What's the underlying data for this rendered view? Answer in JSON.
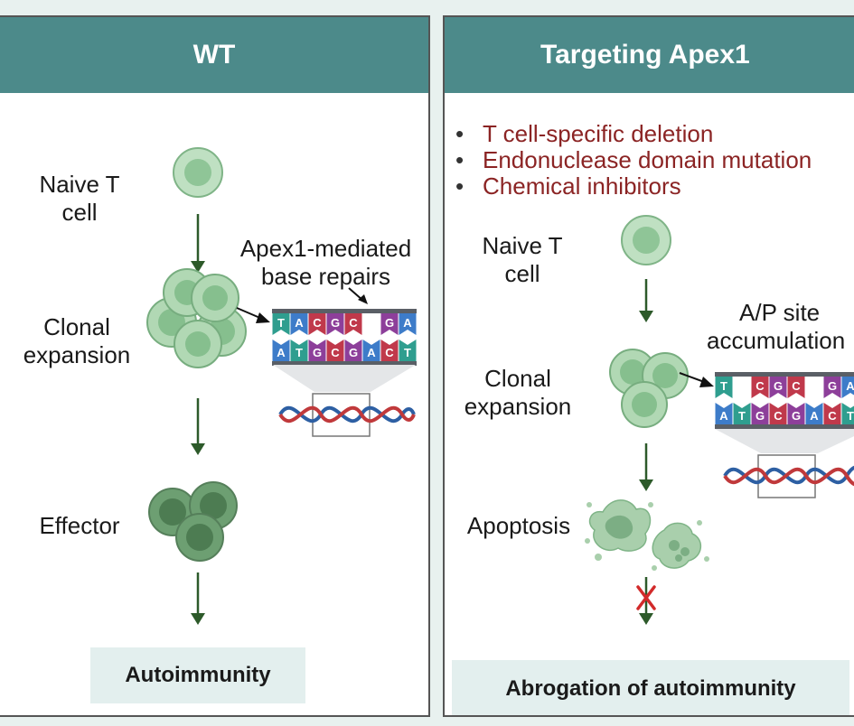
{
  "wt": {
    "title": "WT",
    "naive_label_1": "Naive T",
    "naive_label_2": "cell",
    "clonal_label_1": "Clonal",
    "clonal_label_2": "expansion",
    "effector_label": "Effector",
    "repair_label_1": "Apex1-mediated",
    "repair_label_2": "base repairs",
    "dna_top": [
      "T",
      "A",
      "C",
      "G",
      "C",
      "",
      "G",
      "A"
    ],
    "dna_bottom": [
      "A",
      "T",
      "G",
      "C",
      "G",
      "A",
      "C",
      "T"
    ],
    "outcome": "Autoimmunity"
  },
  "apex": {
    "title": "Targeting Apex1",
    "bullets": [
      "T cell-specific deletion",
      "Endonuclease domain mutation",
      "Chemical inhibitors"
    ],
    "naive_label_1": "Naive T",
    "naive_label_2": "cell",
    "clonal_label_1": "Clonal",
    "clonal_label_2": "expansion",
    "apoptosis_label": "Apoptosis",
    "ap_label_1": "A/P site",
    "ap_label_2": "accumulation",
    "dna_top": [
      "T",
      "",
      "C",
      "G",
      "C",
      "",
      "G",
      "A"
    ],
    "dna_bottom": [
      "A",
      "T",
      "G",
      "C",
      "G",
      "A",
      "C",
      "T"
    ],
    "outcome": "Abrogation of autoimmunity"
  },
  "colors": {
    "header": "#4c8a8a",
    "bullet_text": "#8b2424",
    "arrow": "#2d5a2a",
    "blocked_x": "#d22a2a",
    "base_A": "#3d7cc9",
    "base_T": "#2f9e8f",
    "base_G": "#8d3f9a",
    "base_C": "#c0394b"
  }
}
